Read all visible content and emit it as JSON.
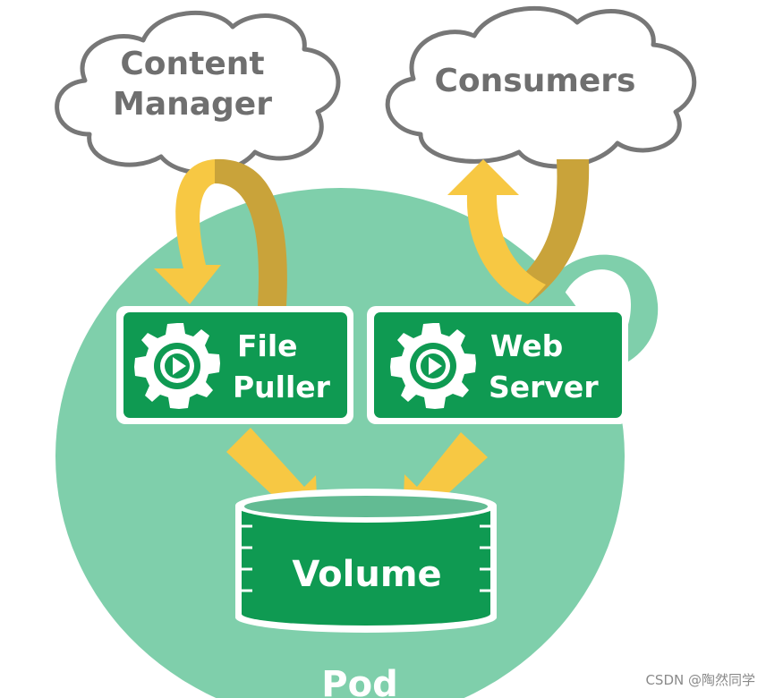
{
  "colors": {
    "pod": "#7fcfab",
    "box": "#0f9a52",
    "arrow": "#f7c843",
    "arrow_dark": "#c9a33a",
    "cloud_stroke": "#777777",
    "cloud_text": "#6f6f6f"
  },
  "clouds": {
    "content_manager": {
      "line1": "Content",
      "line2": "Manager"
    },
    "consumers": {
      "label": "Consumers"
    }
  },
  "containers": {
    "file_puller": {
      "line1": "File",
      "line2": "Puller",
      "icon": "gear-play-icon"
    },
    "web_server": {
      "line1": "Web",
      "line2": "Server",
      "icon": "gear-play-icon"
    }
  },
  "volume": {
    "label": "Volume"
  },
  "pod": {
    "label": "Pod"
  },
  "watermark": "CSDN @陶然同学"
}
